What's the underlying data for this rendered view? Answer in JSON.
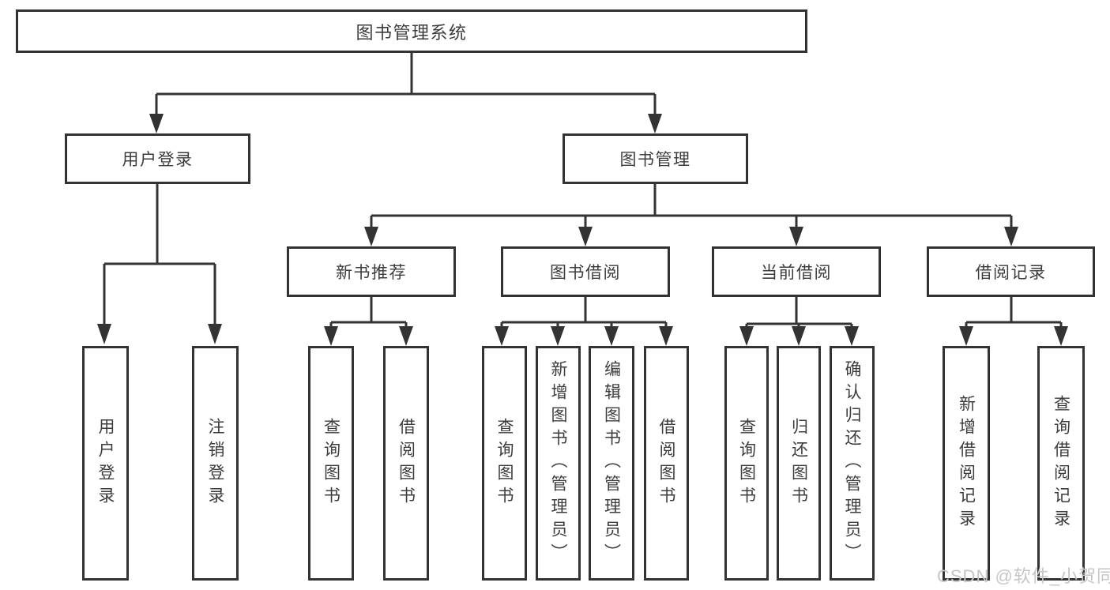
{
  "diagram": {
    "root": {
      "label": "图书管理系统",
      "children": [
        {
          "label": "用户登录",
          "children": [
            {
              "label": "用户登录"
            },
            {
              "label": "注销登录"
            }
          ]
        },
        {
          "label": "图书管理",
          "children": [
            {
              "label": "新书推荐",
              "children": [
                {
                  "label": "查询图书"
                },
                {
                  "label": "借阅图书"
                }
              ]
            },
            {
              "label": "图书借阅",
              "children": [
                {
                  "label": "查询图书"
                },
                {
                  "label": "新增图书（管理员）"
                },
                {
                  "label": "编辑图书（管理员）"
                },
                {
                  "label": "借阅图书"
                }
              ]
            },
            {
              "label": "当前借阅",
              "children": [
                {
                  "label": "查询图书"
                },
                {
                  "label": "归还图书"
                },
                {
                  "label": "确认归还（管理员）"
                }
              ]
            },
            {
              "label": "借阅记录",
              "children": [
                {
                  "label": "新增借阅记录"
                },
                {
                  "label": "查询借阅记录"
                }
              ]
            }
          ]
        }
      ]
    },
    "watermark": "CSDN @软件_小贺同学",
    "colors": {
      "line": "#333333",
      "text": "#3c3c3c",
      "box_bg": "#ffffff",
      "watermark": "#c6c6c6"
    }
  }
}
